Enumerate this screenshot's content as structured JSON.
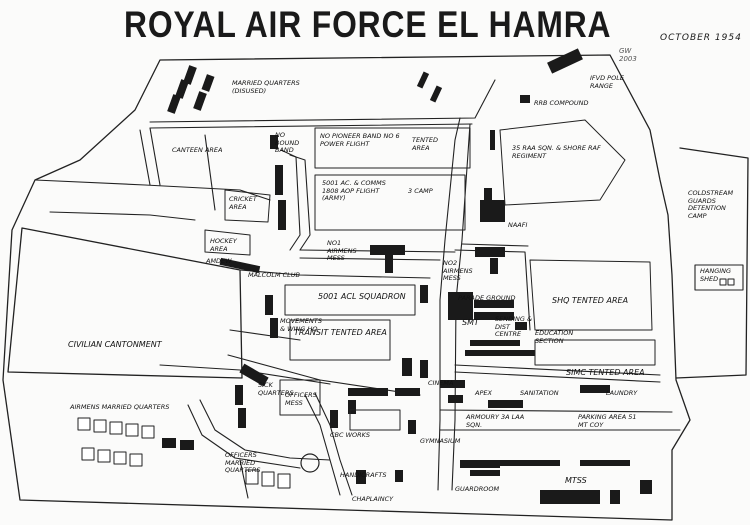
{
  "title": "ROYAL AIR FORCE EL HAMRA",
  "date": "OCTOBER 1954",
  "ref": "GW 2003",
  "labels": {
    "married_quarters_disused": "MARRIED QUARTERS (DISUSED)",
    "ifvd_pole_range": "IFVD POLE RANGE",
    "rrb_compound": "RRB COMPOUND",
    "canteen_area": "CANTEEN AREA",
    "bound_band": "No BOUND BAND",
    "pioneer_band": "No PIONEER BAND No 6 POWER FLIGHT",
    "tented_area": "TENTED AREA",
    "regt_sqn": "35 RAA SQN. & SHORE RAF REGIMENT",
    "acw_camp": "5001 AC. & COMMS 1808 AOP FLIGHT (ARMY)",
    "three_camp": "3 CAMP",
    "cricket_area": "CRICKET AREA",
    "hockey_area": "HOCKEY AREA",
    "naafi": "NAAFI",
    "coldstream": "COLDSTREAM GUARDS DETENTION CAMP",
    "hanging_shed": "HANGING SHED",
    "airmens_mess_1": "No1 AIRMENS MESS",
    "airmens_mess_2": "No2 AIRMENS MESS",
    "amdew": "AMDEW",
    "malcolm_club": "MALCOLM CLUB",
    "squadron_5001": "5001 ACL SQUADRON",
    "parade_ground": "PARADE GROUND",
    "tented_area_2": "SHQ TENTED AREA",
    "civilian_cantonment": "CIVILIAN CANTONMENT",
    "transit_area": "TRANSIT TENTED AREA",
    "movements": "MOVEMENTS & WING HQ",
    "smt": "SMT",
    "sending_dist": "SENDING & DIST CENTRE",
    "education_section": "EDUCATION SECTION",
    "tented_area_3": "SIMC TENTED AREA",
    "sick_quarters": "SICK QUARTERS",
    "officers_mess": "OFFICERS MESS",
    "airmens_married": "AIRMENS MARRIED QUARTERS",
    "apex": "APEX",
    "sanitation": "SANITATION",
    "laundry": "LAUNDRY",
    "armoury": "ARMOURY 3A LAA SQN.",
    "parking": "PARKING AREA 51 MT COY",
    "cinema": "CINEMA",
    "officers_married": "OFFICERS MARRIED QUARTERS",
    "cbc_works": "CBC WORKS",
    "gymnasium": "GYMNASIUM",
    "mtss": "MTSS",
    "guardroom": "GUARDROOM",
    "handicrafts": "HANDICRAFTS",
    "chaplaincy": "CHAPLAINCY"
  }
}
